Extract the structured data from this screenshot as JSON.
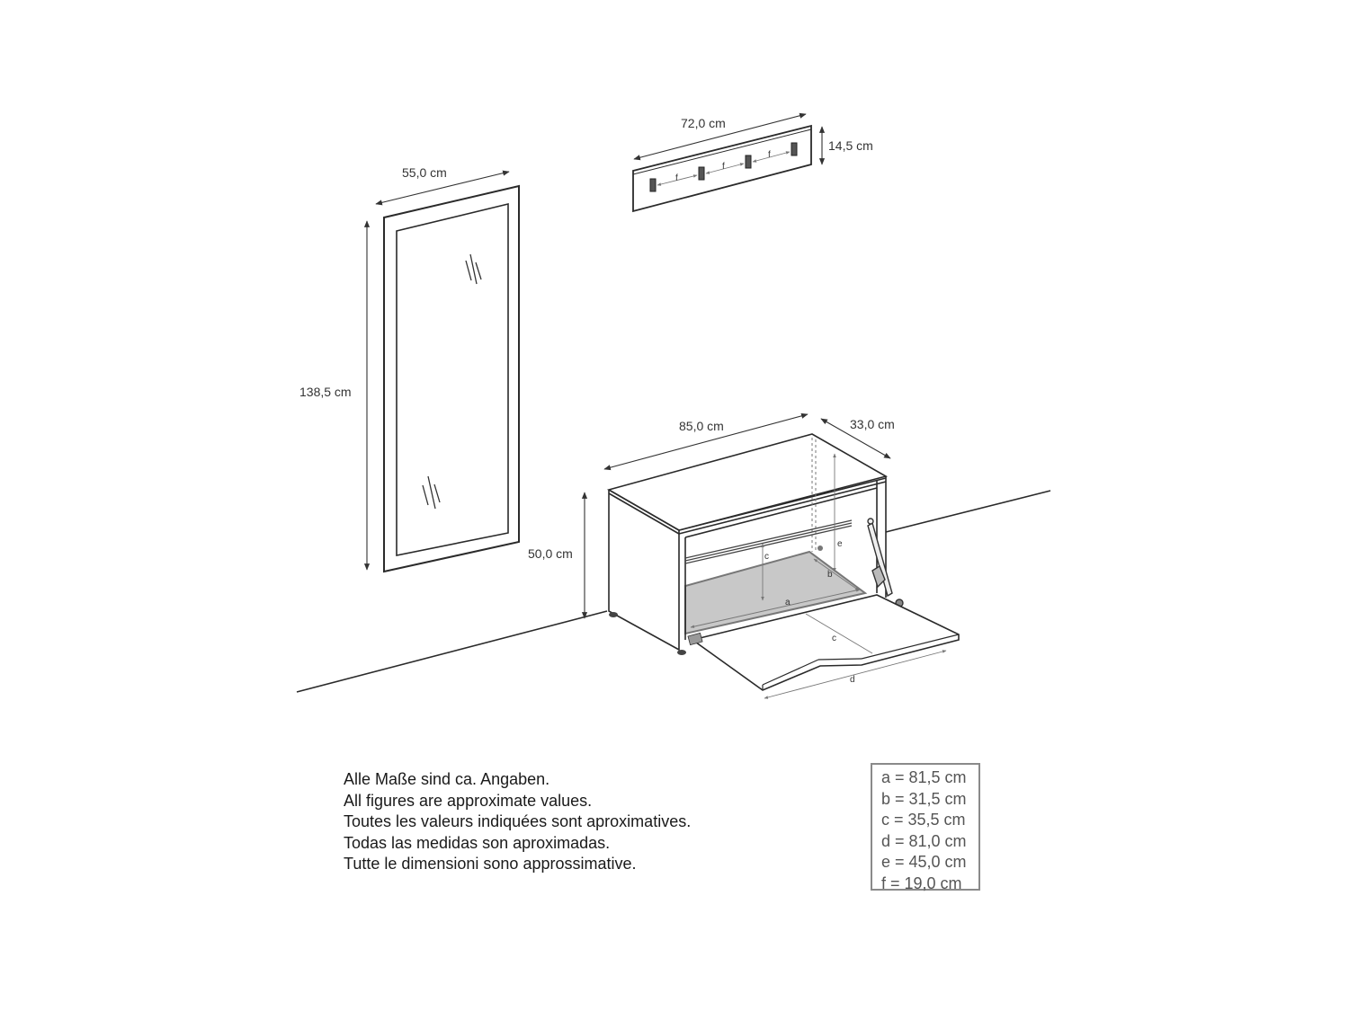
{
  "drawing": {
    "mirror": {
      "width_label": "55,0 cm",
      "height_label": "138,5 cm"
    },
    "coat_rack": {
      "width_label": "72,0 cm",
      "height_label": "14,5 cm",
      "spacing_label": "f"
    },
    "bench": {
      "width_label": "85,0 cm",
      "depth_label": "33,0 cm",
      "height_label": "50,0 cm",
      "labels": {
        "a": "a",
        "b": "b",
        "c": "c",
        "d": "d",
        "e": "e"
      }
    }
  },
  "notes": [
    "Alle Maße sind ca. Angaben.",
    "All figures are approximate values.",
    "Toutes les valeurs indiquées sont aproximatives.",
    "Todas las medidas son aproximadas.",
    "Tutte le dimensioni sono approssimative."
  ],
  "legend": [
    "a = 81,5 cm",
    "b = 31,5 cm",
    "c = 35,5 cm",
    "d = 81,0 cm",
    "e = 45,0 cm",
    "f  = 19,0 cm"
  ],
  "colors": {
    "line": "#2a2a2a",
    "floor_fill": "#c8c8c8",
    "dim_line": "#555555"
  }
}
